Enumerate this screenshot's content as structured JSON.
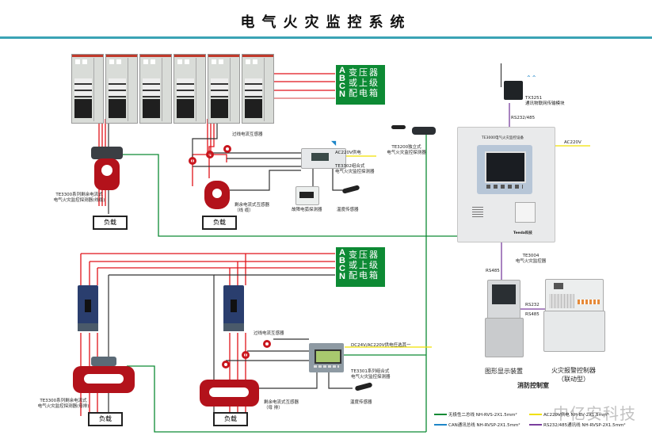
{
  "title": "电气火灾监控系统",
  "colors": {
    "accent_bar": "#3aa3b5",
    "phase_wire": "#e0131a",
    "neutral_wire": "#333333",
    "bus_green": "#0d8a34",
    "power_yellow": "#f0e000",
    "rs485_purple": "#7a3e9d",
    "can_blue": "#1e86c8"
  },
  "top_section": {
    "transformer_box": {
      "phases": [
        "A",
        "B",
        "C",
        "N"
      ],
      "chars": [
        "变",
        "压",
        "器",
        "或",
        "上",
        "级",
        "配",
        "电",
        "箱"
      ]
    },
    "ct_label_over": "过线电流互感器",
    "power_label": "AC220V供电",
    "te3302_label": [
      "TE3302组合式",
      "电气火灾监控探测器"
    ],
    "residual_ct_label": [
      "剩余电流式互感器",
      "（线 缆）"
    ],
    "te3300_label": [
      "TE3300系列剩余电流式",
      "电气火灾监控探测器(线缆)"
    ],
    "breaker_label": "故障电弧探测器",
    "temp_sensor_label": "温度传感器",
    "te3200_label": [
      "TE3200独立式",
      "电气火灾监控探测器"
    ],
    "load_left": "负载",
    "load_right": "负载"
  },
  "bottom_section": {
    "transformer_box": {
      "phases": [
        "A",
        "B",
        "C",
        "N"
      ],
      "chars": [
        "变",
        "压",
        "器",
        "或",
        "上",
        "级",
        "配",
        "电",
        "箱"
      ]
    },
    "ct_label_over": "过线电流互感器",
    "power_label": "DC24V/AC220V供电任选其一",
    "te3301_label": [
      "TE3301系列组合式",
      "电气火灾监控探测器"
    ],
    "te3300_label": [
      "TE3300系列剩余电流式",
      "电气火灾监控探测器(母排)"
    ],
    "residual_ct_label": [
      "剩余电流式互感器",
      "（母 排）"
    ],
    "temp_sensor_label": "温度传感器",
    "load_left": "负载",
    "load_right": "负载"
  },
  "right_section": {
    "gateway": {
      "model": "TX3251",
      "desc": "通讯物联网传输模块"
    },
    "rs_link_top": "RS232/485",
    "ac_label": "AC220V",
    "panel_header": "TE3000电气火灾监控设备",
    "panel_brand": "Teeda科技",
    "controller": {
      "model": "TE3004",
      "desc": "电气火灾监控器"
    },
    "rs485": "RS485",
    "rs232": "RS232",
    "rs485b": "RS485",
    "display_device": "图形显示装置",
    "fire_alarm": [
      "火灾报警控制器",
      "（联动型）"
    ],
    "control_room": "消防控制室"
  },
  "legend": [
    {
      "color": "#0d8a34",
      "text": "无极性二总线  NH-RVS-2X1.5mm²"
    },
    {
      "color": "#f0e000",
      "text": "AC220V供电  NH-BV-2X1.5mm²"
    },
    {
      "color": "#1e86c8",
      "text": "CAN通讯总线  NH-RVSP-2X1.5mm²"
    },
    {
      "color": "#7a3e9d",
      "text": "RS232/485通讯线  NH-RVSP-2X1.5mm²"
    }
  ],
  "watermark": "中亿安科技"
}
